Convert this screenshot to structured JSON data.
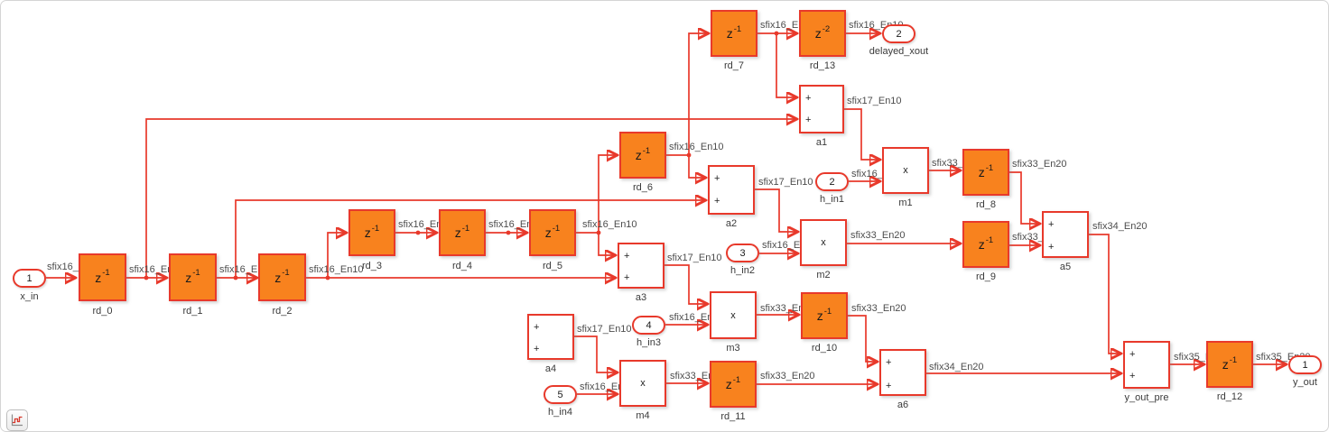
{
  "colors": {
    "wire": "#e8392b",
    "delay_block_fill": "#f8821e",
    "block_border": "#e8392b",
    "canvas_background": "#ffffff",
    "label_text": "#4d4d4d"
  },
  "symbols": {
    "delay_base": "z",
    "sum_plus": "+",
    "product_x": "x"
  },
  "icons": {
    "bottom_left_badge": "sample-time-step-icon"
  },
  "ports": {
    "x_in": {
      "number": "1",
      "label": "x_in"
    },
    "h_in1": {
      "number": "2",
      "label": "h_in1"
    },
    "h_in2": {
      "number": "3",
      "label": "h_in2"
    },
    "h_in3": {
      "number": "4",
      "label": "h_in3"
    },
    "h_in4": {
      "number": "5",
      "label": "h_in4"
    },
    "delayed_xout": {
      "number": "2",
      "label": "delayed_xout"
    },
    "y_out": {
      "number": "1",
      "label": "y_out"
    }
  },
  "blocks": {
    "rd_0": {
      "name": "rd_0",
      "type": "delay",
      "exp": "-1"
    },
    "rd_1": {
      "name": "rd_1",
      "type": "delay",
      "exp": "-1"
    },
    "rd_2": {
      "name": "rd_2",
      "type": "delay",
      "exp": "-1"
    },
    "rd_3": {
      "name": "rd_3",
      "type": "delay",
      "exp": "-1"
    },
    "rd_4": {
      "name": "rd_4",
      "type": "delay",
      "exp": "-1"
    },
    "rd_5": {
      "name": "rd_5",
      "type": "delay",
      "exp": "-1"
    },
    "rd_6": {
      "name": "rd_6",
      "type": "delay",
      "exp": "-1"
    },
    "rd_7": {
      "name": "rd_7",
      "type": "delay",
      "exp": "-1"
    },
    "rd_8": {
      "name": "rd_8",
      "type": "delay",
      "exp": "-1"
    },
    "rd_9": {
      "name": "rd_9",
      "type": "delay",
      "exp": "-1"
    },
    "rd_10": {
      "name": "rd_10",
      "type": "delay",
      "exp": "-1"
    },
    "rd_11": {
      "name": "rd_11",
      "type": "delay",
      "exp": "-1"
    },
    "rd_12": {
      "name": "rd_12",
      "type": "delay",
      "exp": "-1"
    },
    "rd_13": {
      "name": "rd_13",
      "type": "delay",
      "exp": "-2"
    },
    "a1": {
      "name": "a1",
      "type": "sum"
    },
    "a2": {
      "name": "a2",
      "type": "sum"
    },
    "a3": {
      "name": "a3",
      "type": "sum"
    },
    "a4": {
      "name": "a4",
      "type": "sum"
    },
    "a5": {
      "name": "a5",
      "type": "sum"
    },
    "a6": {
      "name": "a6",
      "type": "sum"
    },
    "y_out_pre": {
      "name": "y_out_pre",
      "type": "sum"
    },
    "m1": {
      "name": "m1",
      "type": "product"
    },
    "m2": {
      "name": "m2",
      "type": "product"
    },
    "m3": {
      "name": "m3",
      "type": "product"
    },
    "m4": {
      "name": "m4",
      "type": "product"
    }
  },
  "signals": {
    "x_in_out": "sfix16_En10",
    "rd_0_out": "sfix16_En10",
    "rd_1_out": "sfix16_En10",
    "rd_2_out": "sfix16_En10",
    "rd_3_out": "sfix16_En10",
    "rd_4_out": "sfix16_En10",
    "rd_5_out": "sfix16_En10",
    "rd_6_out": "sfix16_En10",
    "rd_7_out": "sfix16_En10",
    "rd_13_out": "sfix16_En10",
    "a1_out": "sfix17_En10",
    "a2_out": "sfix17_En10",
    "a3_out": "sfix17_En10",
    "a4_out": "sfix17_En10",
    "h_in1_out": "sfix16_En10",
    "h_in2_out": "sfix16_En10",
    "h_in3_out": "sfix16_En10",
    "h_in4_out": "sfix16_En10",
    "m1_out": "sfix33_En20",
    "m2_out": "sfix33_En20",
    "m3_out": "sfix33_En20",
    "m4_out": "sfix33_En20",
    "rd_8_out": "sfix33_En20",
    "rd_9_out": "sfix33_En20",
    "rd_10_out": "sfix33_En20",
    "rd_11_out": "sfix33_En20",
    "a5_out": "sfix34_En20",
    "a6_out": "sfix34_En20",
    "y_out_pre_out": "sfix35_En20",
    "rd_12_out": "sfix35_En20"
  }
}
